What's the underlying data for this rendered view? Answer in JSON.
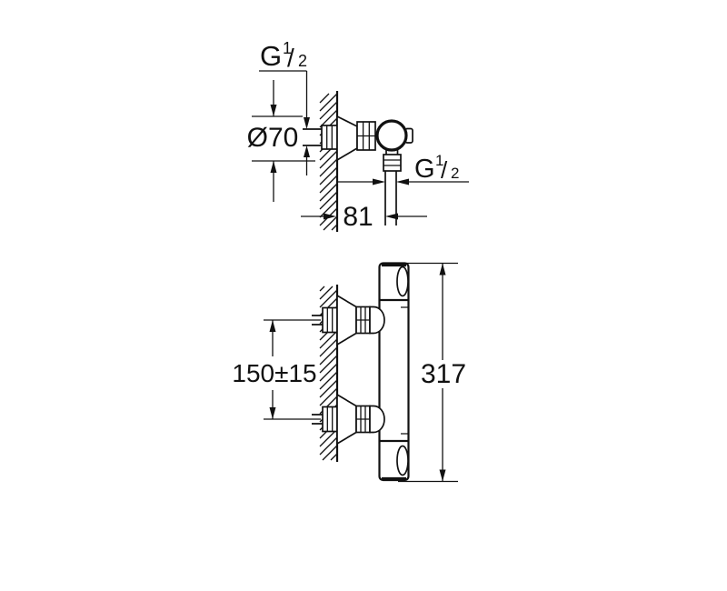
{
  "colors": {
    "line": "#111111",
    "background": "#ffffff"
  },
  "dimensions": {
    "wall_thread": {
      "letter": "G",
      "numerator": "1",
      "slash": "/",
      "denominator": "2"
    },
    "hose_thread": {
      "letter": "G",
      "numerator": "1",
      "slash": "/",
      "denominator": "2"
    },
    "escutcheon_diameter": "Ø70",
    "wall_to_hose_depth": "81",
    "inlet_spacing": "150±15",
    "body_height": "317"
  }
}
